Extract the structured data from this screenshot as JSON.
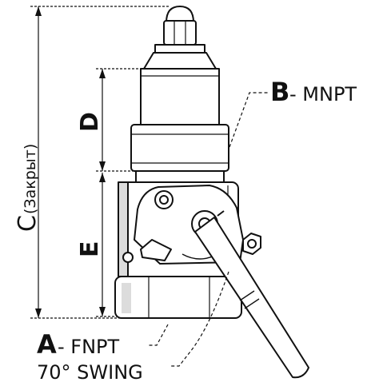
{
  "dimensions": {
    "c_label": "C",
    "c_note": "(Закрыт)",
    "d_label": "D",
    "e_label": "E"
  },
  "callouts": {
    "b_letter": "B",
    "b_text": " - MNPT",
    "a_letter": "A",
    "a_text": " - FNPT",
    "swing_text": "70° SWING"
  },
  "colors": {
    "ink": "#111111",
    "paper": "#ffffff",
    "shade": "#dcdcdc"
  }
}
